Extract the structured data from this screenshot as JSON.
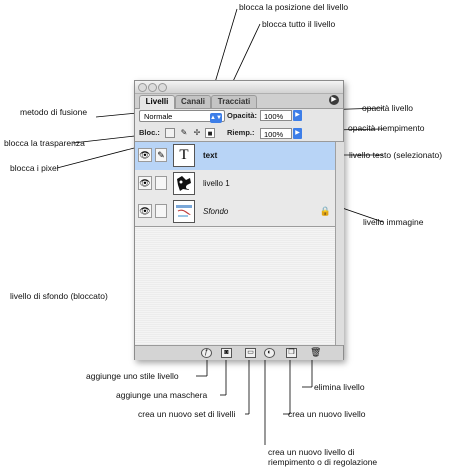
{
  "panel": {
    "tabs": [
      "Livelli",
      "Canali",
      "Tracciati"
    ],
    "blend_mode": "Normale",
    "opacity_label": "Opacità:",
    "opacity_value": "100%",
    "lock_label": "Bloc.:",
    "fill_label": "Riemp.:",
    "fill_value": "100%"
  },
  "layers": [
    {
      "name": "text",
      "thumb": "T",
      "selected": true
    },
    {
      "name": "livello 1",
      "selected": false
    },
    {
      "name": "Sfondo",
      "locked": true,
      "selected": false
    }
  ],
  "annotations": {
    "blocca_posizione": "blocca la posizione del livello",
    "blocca_tutto": "blocca tutto il livello",
    "opacita_livello": "opacità livello",
    "metodo_fusione": "metodo di fusione",
    "opacita_riempimento": "opacità riempimento",
    "blocca_trasparenza": "blocca la trasparenza",
    "blocca_pixel": "blocca i pixel",
    "livello_testo": "livello testo (selezionato)",
    "livello_immagine": "livello immagine",
    "livello_sfondo": "livello di sfondo (bloccato)",
    "stile_livello": "aggiunge uno stile livello",
    "maschera": "aggiunge una maschera",
    "set_livelli": "crea un nuovo set di livelli",
    "nuovo_livello": "crea un nuovo livello",
    "elimina": "elimina livello",
    "riempimento": "crea un nuovo livello di\nriempimento o di regolazione"
  },
  "icons": {
    "eye": "eye-icon",
    "brush": "brush-icon",
    "lock": "lock-icon",
    "move": "move-icon",
    "trash": "trash-icon"
  },
  "colors": {
    "selected_row": "#b8d4f6",
    "accent": "#3d7ee8"
  }
}
